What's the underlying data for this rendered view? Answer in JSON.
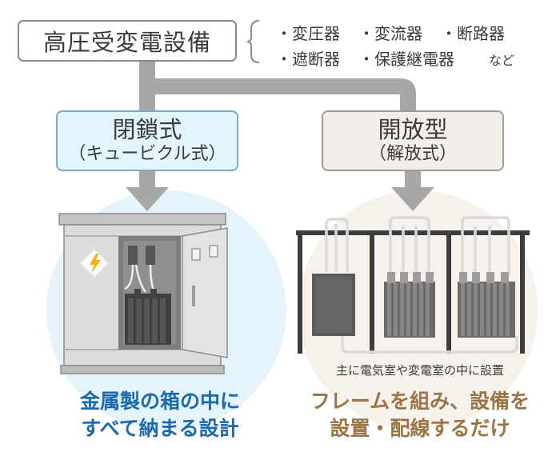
{
  "top": {
    "title": "高圧受変電設備"
  },
  "components": [
    "・変圧器",
    "・変流器",
    "・断路器",
    "・遮断器",
    "・保護継電器",
    "など"
  ],
  "left": {
    "title": "閉鎖式",
    "subtitle": "（キュービクル式）",
    "caption_line1": "金属製の箱の中に",
    "caption_line2": "すべて納まる設計",
    "illustration": "cubicle-cabinet"
  },
  "right": {
    "title": "開放型",
    "subtitle": "（解放式）",
    "note": "主に電気室や変電室の中に設置",
    "caption_line1": "フレームを組み、設備を",
    "caption_line2": "設置・配線するだけ",
    "illustration": "open-frame-equipment"
  },
  "colors": {
    "connector": "#a7a7a7",
    "left_accent": "#1c69ad",
    "right_accent": "#9b7545",
    "left_bg": "#e5f4fb",
    "right_bg": "#f6f1ea",
    "warning_yellow": "#f6b10f"
  },
  "icons": [
    "bracket-icon",
    "arrow-down-icon",
    "lightning-icon"
  ]
}
